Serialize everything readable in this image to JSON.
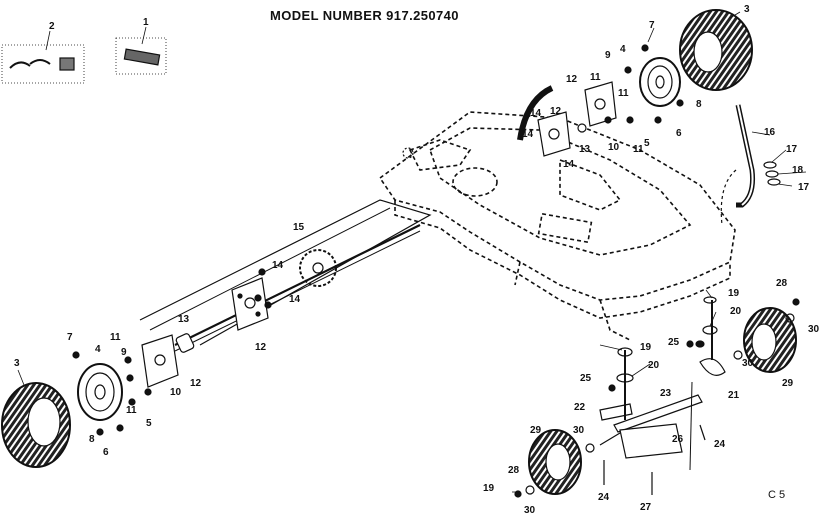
{
  "diagram": {
    "title": "MODEL NUMBER 917.250740",
    "figure_code": "C 5",
    "callouts": [
      {
        "id": "c1",
        "label": "1"
      },
      {
        "id": "c2",
        "label": "2"
      },
      {
        "id": "c3a",
        "label": "3"
      },
      {
        "id": "c3b",
        "label": "3"
      },
      {
        "id": "c4a",
        "label": "4"
      },
      {
        "id": "c4b",
        "label": "4"
      },
      {
        "id": "c5a",
        "label": "5"
      },
      {
        "id": "c5b",
        "label": "5"
      },
      {
        "id": "c6a",
        "label": "6"
      },
      {
        "id": "c6b",
        "label": "6"
      },
      {
        "id": "c7a",
        "label": "7"
      },
      {
        "id": "c7b",
        "label": "7"
      },
      {
        "id": "c8a",
        "label": "8"
      },
      {
        "id": "c8b",
        "label": "8"
      },
      {
        "id": "c9a",
        "label": "9"
      },
      {
        "id": "c9b",
        "label": "9"
      },
      {
        "id": "c10a",
        "label": "10"
      },
      {
        "id": "c10b",
        "label": "10"
      },
      {
        "id": "c11a",
        "label": "11"
      },
      {
        "id": "c11b",
        "label": "11"
      },
      {
        "id": "c11c",
        "label": "11"
      },
      {
        "id": "c11d",
        "label": "11"
      },
      {
        "id": "c11e",
        "label": "11"
      },
      {
        "id": "c12a",
        "label": "12"
      },
      {
        "id": "c12b",
        "label": "12"
      },
      {
        "id": "c12c",
        "label": "12"
      },
      {
        "id": "c12d",
        "label": "12"
      },
      {
        "id": "c13a",
        "label": "13"
      },
      {
        "id": "c13b",
        "label": "13"
      },
      {
        "id": "c14a",
        "label": "14"
      },
      {
        "id": "c14b",
        "label": "14"
      },
      {
        "id": "c14c",
        "label": "14"
      },
      {
        "id": "c14d",
        "label": "14"
      },
      {
        "id": "c14e",
        "label": "14"
      },
      {
        "id": "c15",
        "label": "15"
      },
      {
        "id": "c16",
        "label": "16"
      },
      {
        "id": "c17a",
        "label": "17"
      },
      {
        "id": "c17b",
        "label": "17"
      },
      {
        "id": "c18",
        "label": "18"
      },
      {
        "id": "c19a",
        "label": "19"
      },
      {
        "id": "c19b",
        "label": "19"
      },
      {
        "id": "c19c",
        "label": "19"
      },
      {
        "id": "c20a",
        "label": "20"
      },
      {
        "id": "c20b",
        "label": "20"
      },
      {
        "id": "c21",
        "label": "21"
      },
      {
        "id": "c22",
        "label": "22"
      },
      {
        "id": "c23",
        "label": "23"
      },
      {
        "id": "c24a",
        "label": "24"
      },
      {
        "id": "c24b",
        "label": "24"
      },
      {
        "id": "c25a",
        "label": "25"
      },
      {
        "id": "c25b",
        "label": "25"
      },
      {
        "id": "c26",
        "label": "26"
      },
      {
        "id": "c27",
        "label": "27"
      },
      {
        "id": "c28a",
        "label": "28"
      },
      {
        "id": "c28b",
        "label": "28"
      },
      {
        "id": "c29a",
        "label": "29"
      },
      {
        "id": "c29b",
        "label": "29"
      },
      {
        "id": "c30a",
        "label": "30"
      },
      {
        "id": "c30b",
        "label": "30"
      },
      {
        "id": "c30c",
        "label": "30"
      },
      {
        "id": "c30d",
        "label": "30"
      }
    ]
  }
}
